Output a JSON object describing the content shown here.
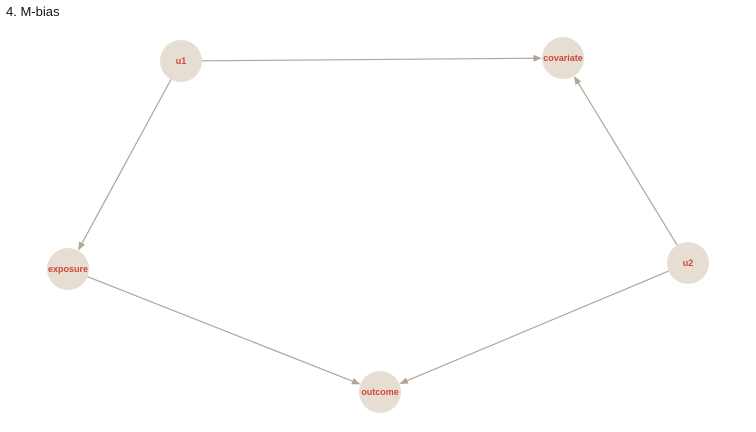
{
  "title": "4. M-bias",
  "colors": {
    "node_fill": "#e6ddd3",
    "node_label": "#d0473c",
    "edge": "#b2a593"
  },
  "nodes": [
    {
      "id": "u1",
      "label": "u1"
    },
    {
      "id": "covariate",
      "label": "covariate"
    },
    {
      "id": "exposure",
      "label": "exposure"
    },
    {
      "id": "u2",
      "label": "u2"
    },
    {
      "id": "outcome",
      "label": "outcome"
    }
  ],
  "edges": [
    {
      "from": "u1",
      "to": "covariate"
    },
    {
      "from": "u1",
      "to": "exposure"
    },
    {
      "from": "u2",
      "to": "covariate"
    },
    {
      "from": "u2",
      "to": "outcome"
    },
    {
      "from": "exposure",
      "to": "outcome"
    }
  ]
}
